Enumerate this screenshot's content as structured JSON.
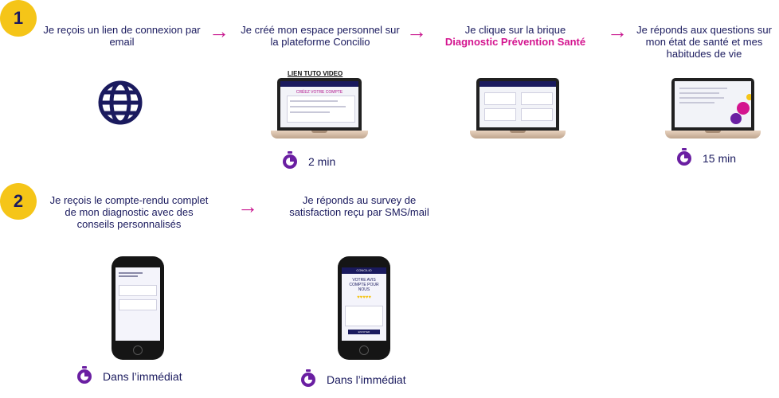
{
  "row1": {
    "badge": "1",
    "steps": [
      {
        "text": "Je reçois un lien de connexion par email"
      },
      {
        "text": "Je créé mon espace personnel sur la plateforme Concilio",
        "link": "LIEN TUTO VIDEO",
        "screen_title": "CRÉEZ VOTRE COMPTE",
        "duration": "2 min"
      },
      {
        "text": "Je clique sur la brique",
        "highlight": "Diagnostic Prévention Santé"
      },
      {
        "text": "Je réponds aux questions sur mon état de santé et mes habitudes de vie",
        "duration": "15 min"
      }
    ]
  },
  "row2": {
    "badge": "2",
    "steps": [
      {
        "text": "Je reçois le compte-rendu complet de mon diagnostic avec des conseils personnalisés",
        "duration": "Dans l’immédiat"
      },
      {
        "text": "Je réponds au survey de satisfaction reçu par SMS/mail",
        "duration": "Dans l’immédiat",
        "phone_brand": "CONCILIO",
        "phone_title": "VOTRE AVIS COMPTE POUR NOUS",
        "phone_button": "ENVOYER"
      }
    ]
  },
  "colors": {
    "navy": "#1a1a5e",
    "accent": "#d4148f",
    "arrow": "#c8188f",
    "badge": "#f5c518",
    "timer": "#6a1fa2"
  },
  "icons": {
    "globe": "globe-icon",
    "timer": "timer-icon",
    "arrow": "arrow-right-icon"
  }
}
